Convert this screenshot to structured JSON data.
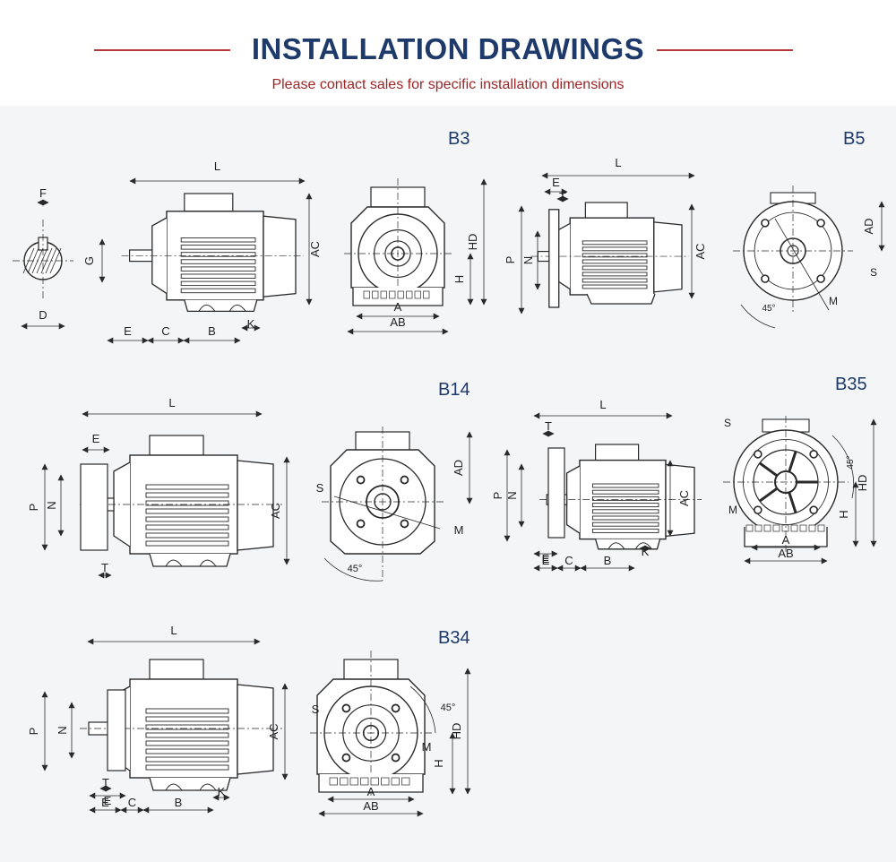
{
  "header": {
    "title": "INSTALLATION DRAWINGS",
    "subtitle": "Please contact sales for specific installation dimensions"
  },
  "colors": {
    "title": "#1d3a6b",
    "subtitle": "#9b2424",
    "rule": "#b23a3a",
    "panel_bg": "#f4f5f7",
    "line": "#2a2a2a",
    "label": "#1d3a6b"
  },
  "mount_labels": {
    "b3": "B3",
    "b5": "B5",
    "b14": "B14",
    "b35": "B35",
    "b34": "B34"
  },
  "dims": {
    "F": "F",
    "G": "G",
    "D": "D",
    "L": "L",
    "AC": "AC",
    "E": "E",
    "C": "C",
    "B": "B",
    "K": "K",
    "HD": "HD",
    "H": "H",
    "A": "A",
    "AB": "AB",
    "T": "T",
    "P": "P",
    "N": "N",
    "AD": "AD",
    "S": "S",
    "M": "M",
    "angle": "45°"
  }
}
